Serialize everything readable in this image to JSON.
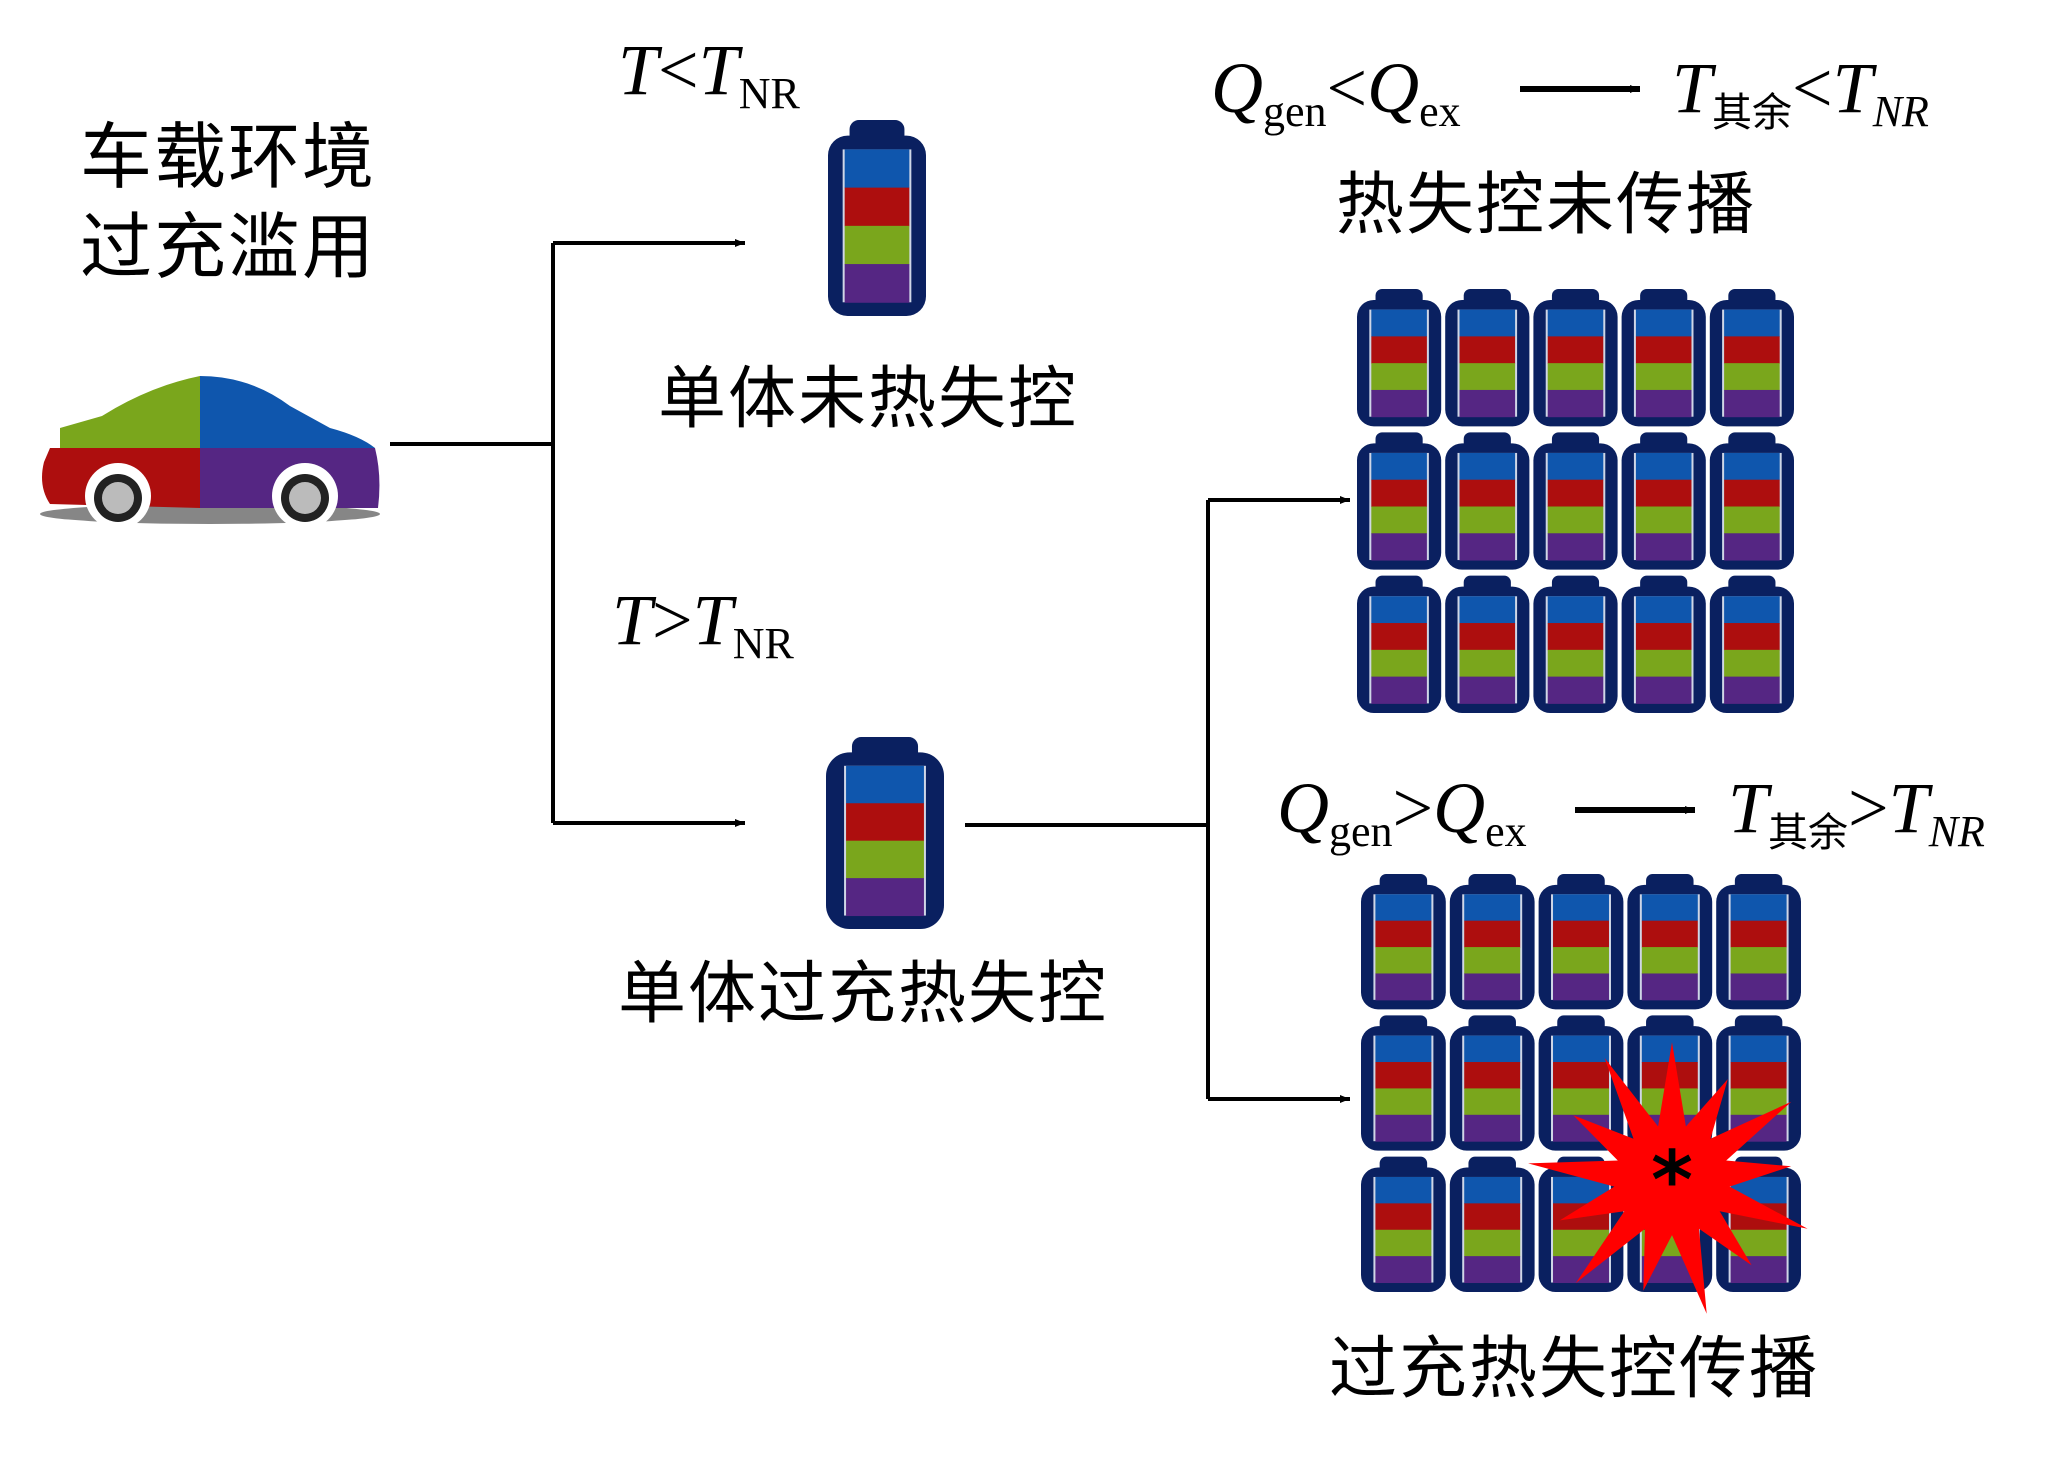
{
  "diagram": {
    "title_lines": [
      "车载环境",
      "过充滥用"
    ],
    "nodes": {
      "car": {
        "icon": "car-icon",
        "colors": [
          "#7aa61c",
          "#0f56ad",
          "#ad0e0e",
          "#552683"
        ]
      },
      "cell_normal": {
        "label": "单体未热失控",
        "condition": {
          "lhs": "T",
          "op": "<",
          "rhs": "T",
          "rhs_sub": "NR"
        }
      },
      "cell_runaway": {
        "label": "单体过充热失控",
        "condition": {
          "lhs": "T",
          "op": ">",
          "rhs": "T",
          "rhs_sub": "NR"
        }
      },
      "pack_no_propagation": {
        "label": "热失控未传播",
        "condition": {
          "q1": "Q",
          "q1_sub": "gen",
          "op": "<",
          "q2": "Q",
          "q2_sub": "ex",
          "result_lhs": "T",
          "result_lhs_sub": "其余",
          "result_op": "<",
          "result_rhs": "T",
          "result_rhs_sub": "NR"
        },
        "rows": 3,
        "cols": 5
      },
      "pack_propagation": {
        "label": "过充热失控传播",
        "condition": {
          "q1": "Q",
          "q1_sub": "gen",
          "op": ">",
          "q2": "Q",
          "q2_sub": "ex",
          "result_lhs": "T",
          "result_lhs_sub": "其余",
          "result_op": ">",
          "result_rhs": "T",
          "result_rhs_sub": "NR"
        },
        "rows": 3,
        "cols": 5,
        "explosion_mark": "*"
      }
    },
    "battery_colors": {
      "casing": "#0a2060",
      "band1": "#0f56ad",
      "band2": "#ad0e0e",
      "band3": "#7aa61c",
      "band4": "#552683"
    },
    "explosion_color": "#ff0000"
  }
}
